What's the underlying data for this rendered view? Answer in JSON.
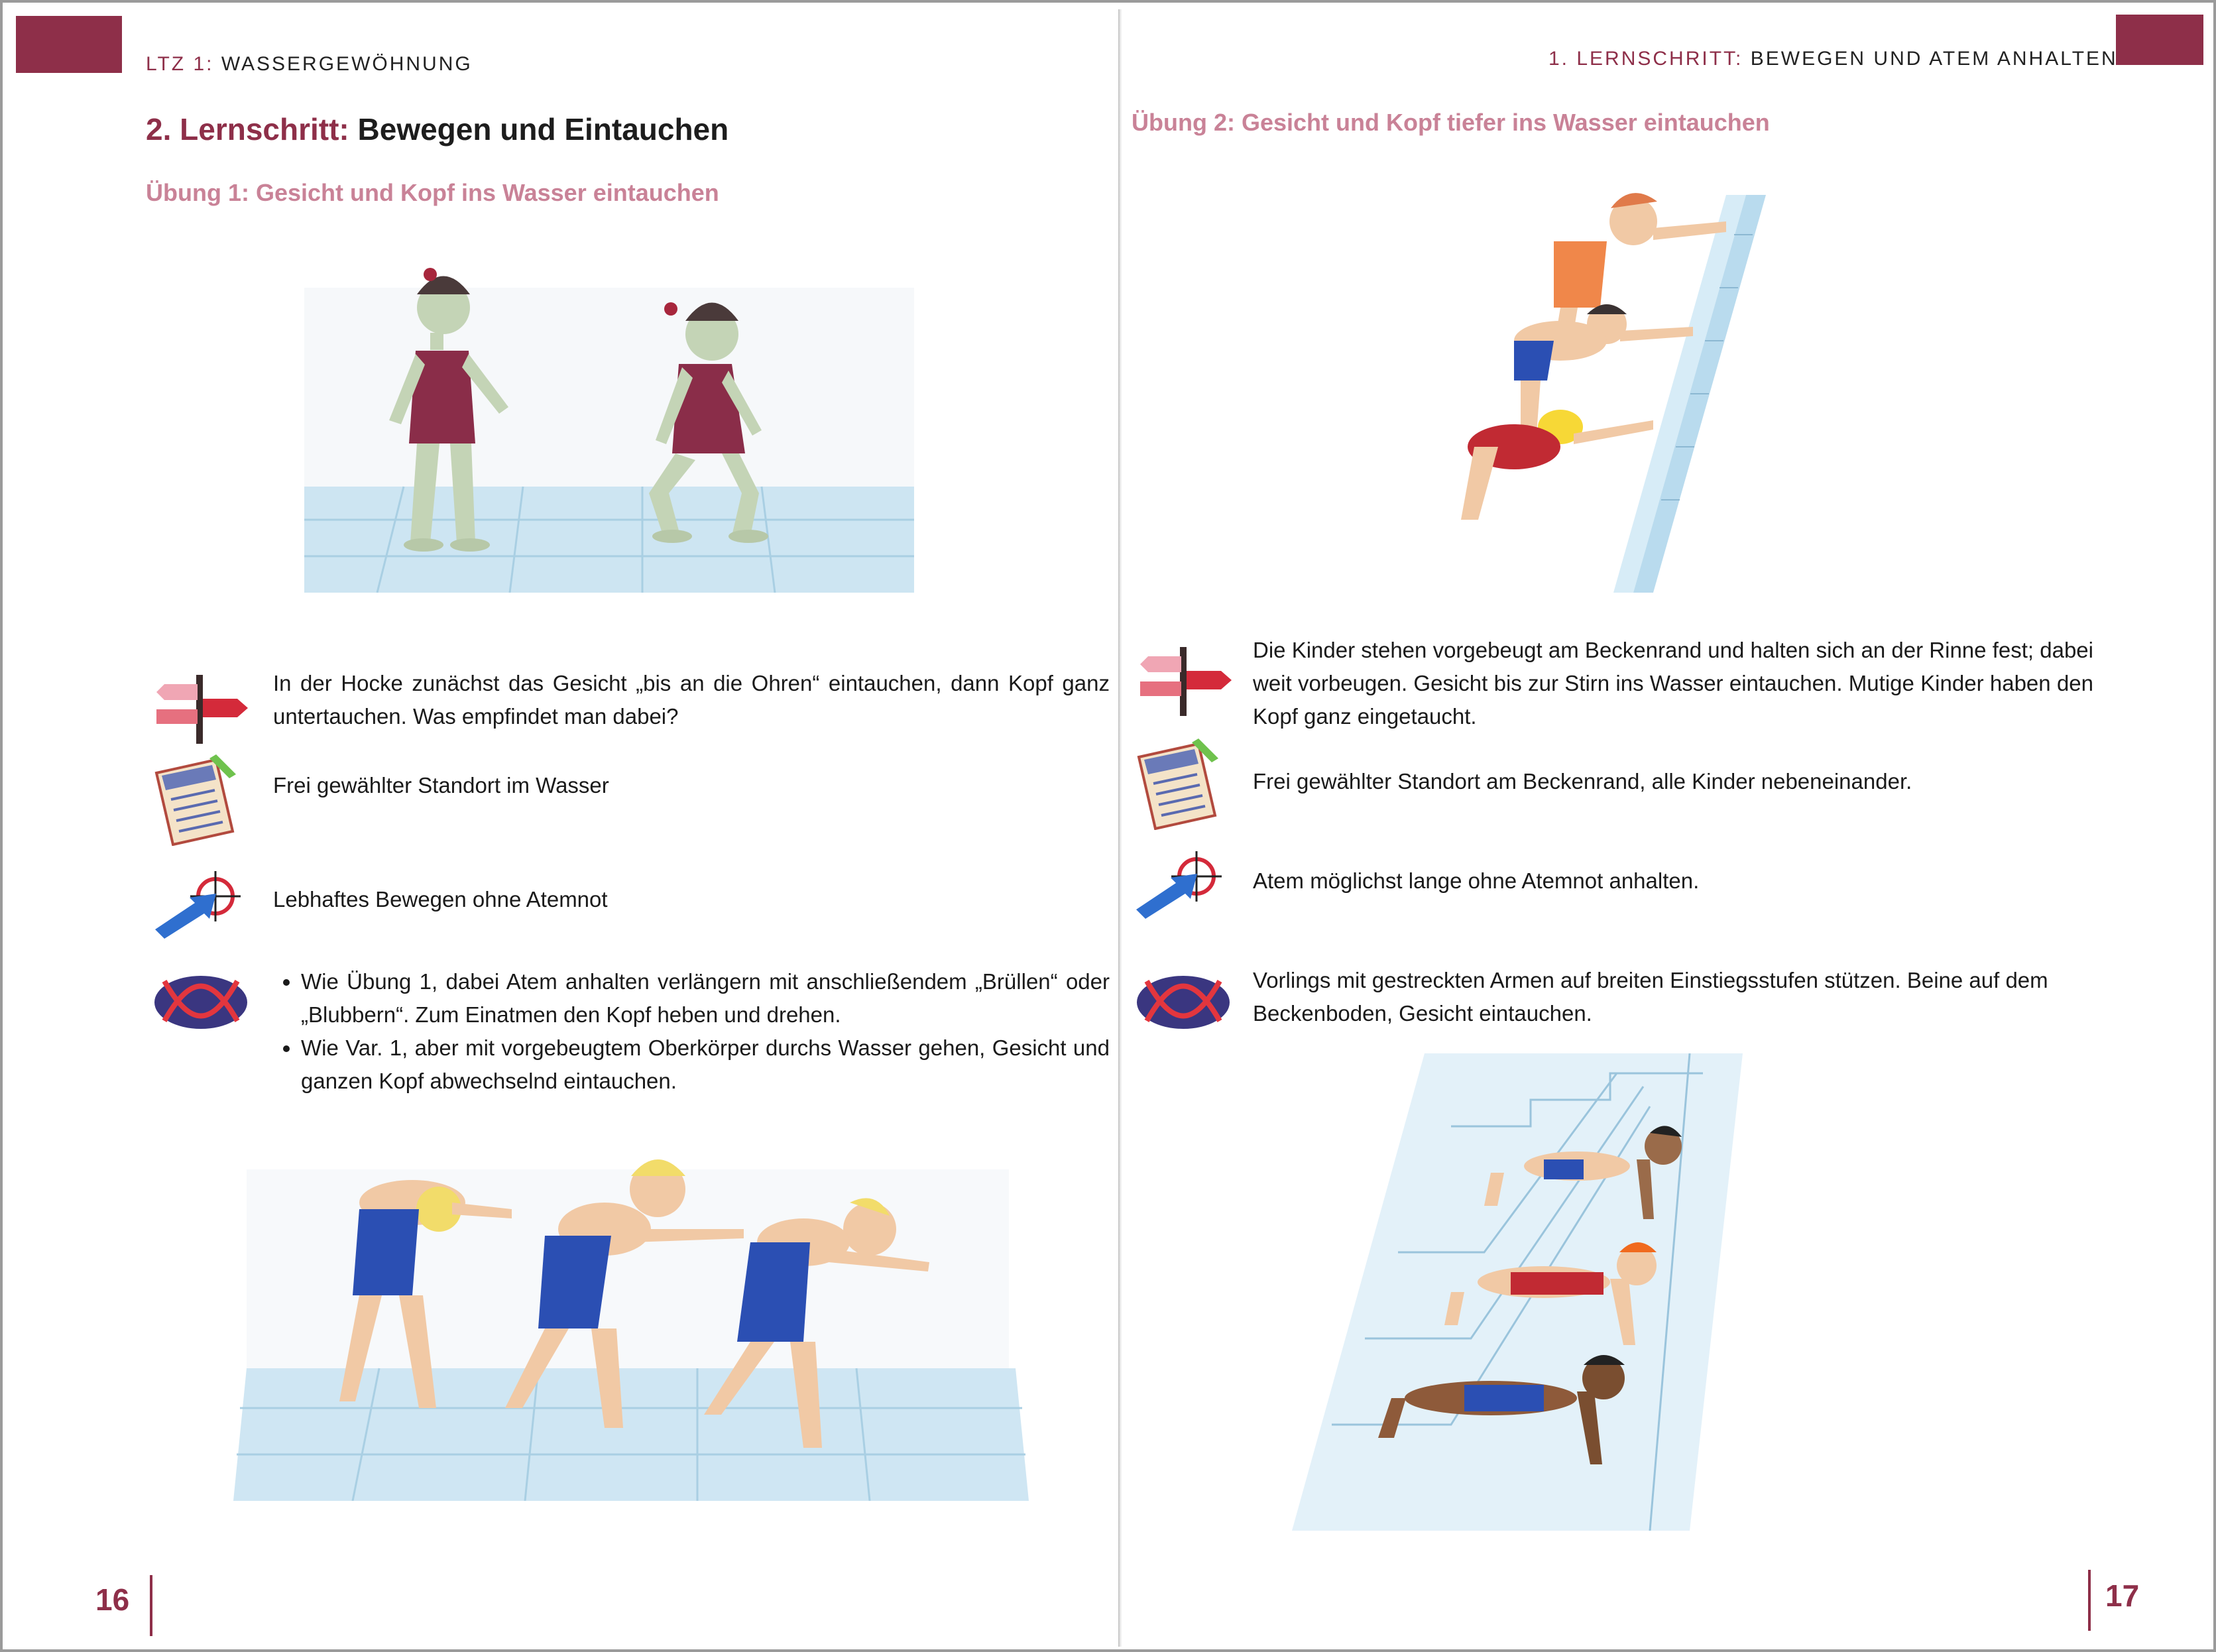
{
  "left_page": {
    "running_head": {
      "prefix": "LTZ 1:",
      "title": "WASSERGEWÖHNUNG"
    },
    "lesson_title": {
      "prefix": "2. Lernschritt:",
      "title": "Bewegen und Eintauchen"
    },
    "exercise_title": "Übung 1: Gesicht und Kopf ins Wasser eintauchen",
    "task": "In der Hocke zunächst das Gesicht „bis an die Ohren“ eintauchen, dann Kopf ganz untertauchen. Was empfindet man dabei?",
    "organization": "Frei gewählter Standort im Wasser",
    "goal": "Lebhaftes Bewegen ohne Atemnot",
    "variations": [
      "Wie Übung 1, dabei Atem anhalten verlängern mit anschließendem „Brüllen“ oder „Blubbern“. Zum Einatmen den Kopf heben und drehen.",
      "Wie Var. 1, aber mit vorgebeugtem Oberkörper durchs Wasser gehen, Gesicht und ganzen Kopf abwechselnd eintauchen."
    ],
    "page_number": "16"
  },
  "right_page": {
    "running_head": {
      "prefix": "1. LERNSCHRITT:",
      "title": "BEWEGEN UND ATEM ANHALTEN"
    },
    "exercise_title": "Übung 2: Gesicht und Kopf tiefer ins Wasser eintauchen",
    "task": "Die Kinder stehen vorgebeugt am Beckenrand und halten sich an der Rinne fest; dabei weit vorbeugen. Gesicht bis zur Stirn ins Wasser eintauchen. Mutige Kinder haben den Kopf ganz eingetaucht.",
    "organization": "Frei gewählter Standort am Beckenrand, alle Kinder nebeneinander.",
    "goal": "Atem möglichst lange ohne Atemnot anhalten.",
    "variation": "Vorlings mit gestreckten Armen auf breiten Einstiegsstufen stützen. Beine auf dem Beckenboden, Gesicht eintauchen.",
    "page_number": "17"
  },
  "colors": {
    "accent": "#8e2f49",
    "exercise_title": "#c98297",
    "water": "#cfe6f3"
  },
  "icons": [
    "signpost-icon",
    "organization-sheet-icon",
    "target-arrow-icon",
    "variation-loop-icon"
  ]
}
